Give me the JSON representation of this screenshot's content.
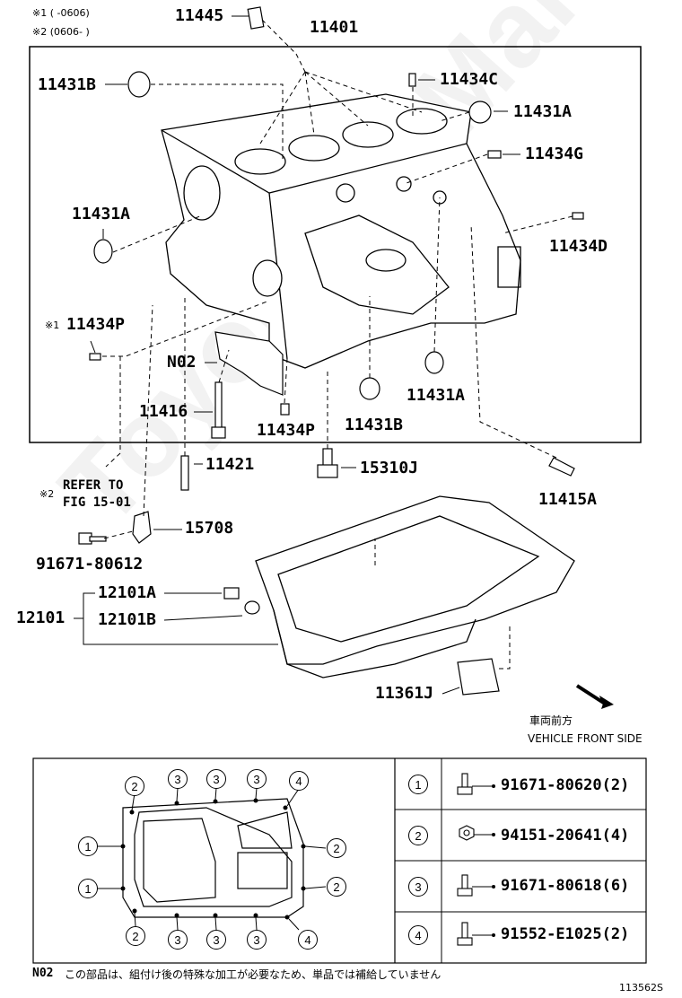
{
  "notes": {
    "note1": "※1 (      -0606)",
    "note2": "※2 (0606-      )"
  },
  "parts": {
    "p11445": "11445",
    "p11401": "11401",
    "p11431B_top": "11431B",
    "p11434C": "11434C",
    "p11431A_top": "11431A",
    "p11434G": "11434G",
    "p11431A_left": "11431A",
    "p11434D": "11434D",
    "p11434P_left_mark": "※1",
    "p11434P_left": "11434P",
    "pN02": "N02",
    "p11416": "11416",
    "p11434P_bottom": "11434P",
    "p11431B_bottom": "11431B",
    "p11431A_bottom": "11431A",
    "p11421": "11421",
    "p15310J": "15310J",
    "p11415A": "11415A",
    "refer_mark": "※2",
    "refer_line1": "REFER TO",
    "refer_line2": "FIG 15-01",
    "p15708": "15708",
    "p91671_80612": "91671-80612",
    "p12101A": "12101A",
    "p12101": "12101",
    "p12101B": "12101B",
    "p11361J": "11361J"
  },
  "front": {
    "jp": "車両前方",
    "en": "VEHICLE FRONT SIDE"
  },
  "legend_numbers": [
    "1",
    "2",
    "3",
    "4"
  ],
  "table": [
    {
      "num": "1",
      "part": "91671-80620(2)"
    },
    {
      "num": "2",
      "part": "94151-20641(4)"
    },
    {
      "num": "3",
      "part": "91671-80618(6)"
    },
    {
      "num": "4",
      "part": "91552-E1025(2)"
    }
  ],
  "footer": {
    "n02_label": "N02",
    "n02_text": "この部品は、組付け後の特殊な加工が必要なため、単品では補給していません",
    "code": "113562S"
  },
  "watermark": "ToyotaCarManual.ru"
}
